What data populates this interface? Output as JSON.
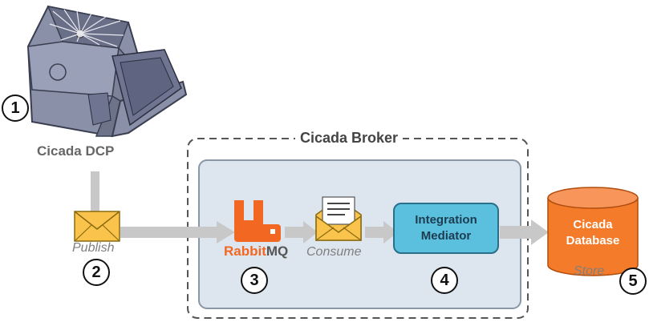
{
  "diagram": {
    "broker_title": "Cicada Broker",
    "device_label": "Cicada DCP",
    "publish_label": "Publish",
    "consume_label": "Consume",
    "store_label": "Store",
    "rabbitmq_brand": {
      "part1": "Rabbit",
      "part2": "MQ"
    },
    "mediator_lines": [
      "Integration",
      "Mediator"
    ],
    "database_lines": [
      "Cicada",
      "Database"
    ],
    "steps": [
      "1",
      "2",
      "3",
      "4",
      "5"
    ],
    "colors": {
      "rabbit_orange": "#f26822",
      "mediator_fill": "#5bc0de",
      "database_fill": "#f47b2a",
      "envelope_fill": "#f9c34c",
      "broker_panel": "#dde6ee",
      "arrow_gray": "#c8c8c8"
    },
    "icons": [
      "cicada-dcp-device-icon",
      "envelope-icon",
      "open-envelope-icon",
      "rabbitmq-logo-icon"
    ]
  }
}
